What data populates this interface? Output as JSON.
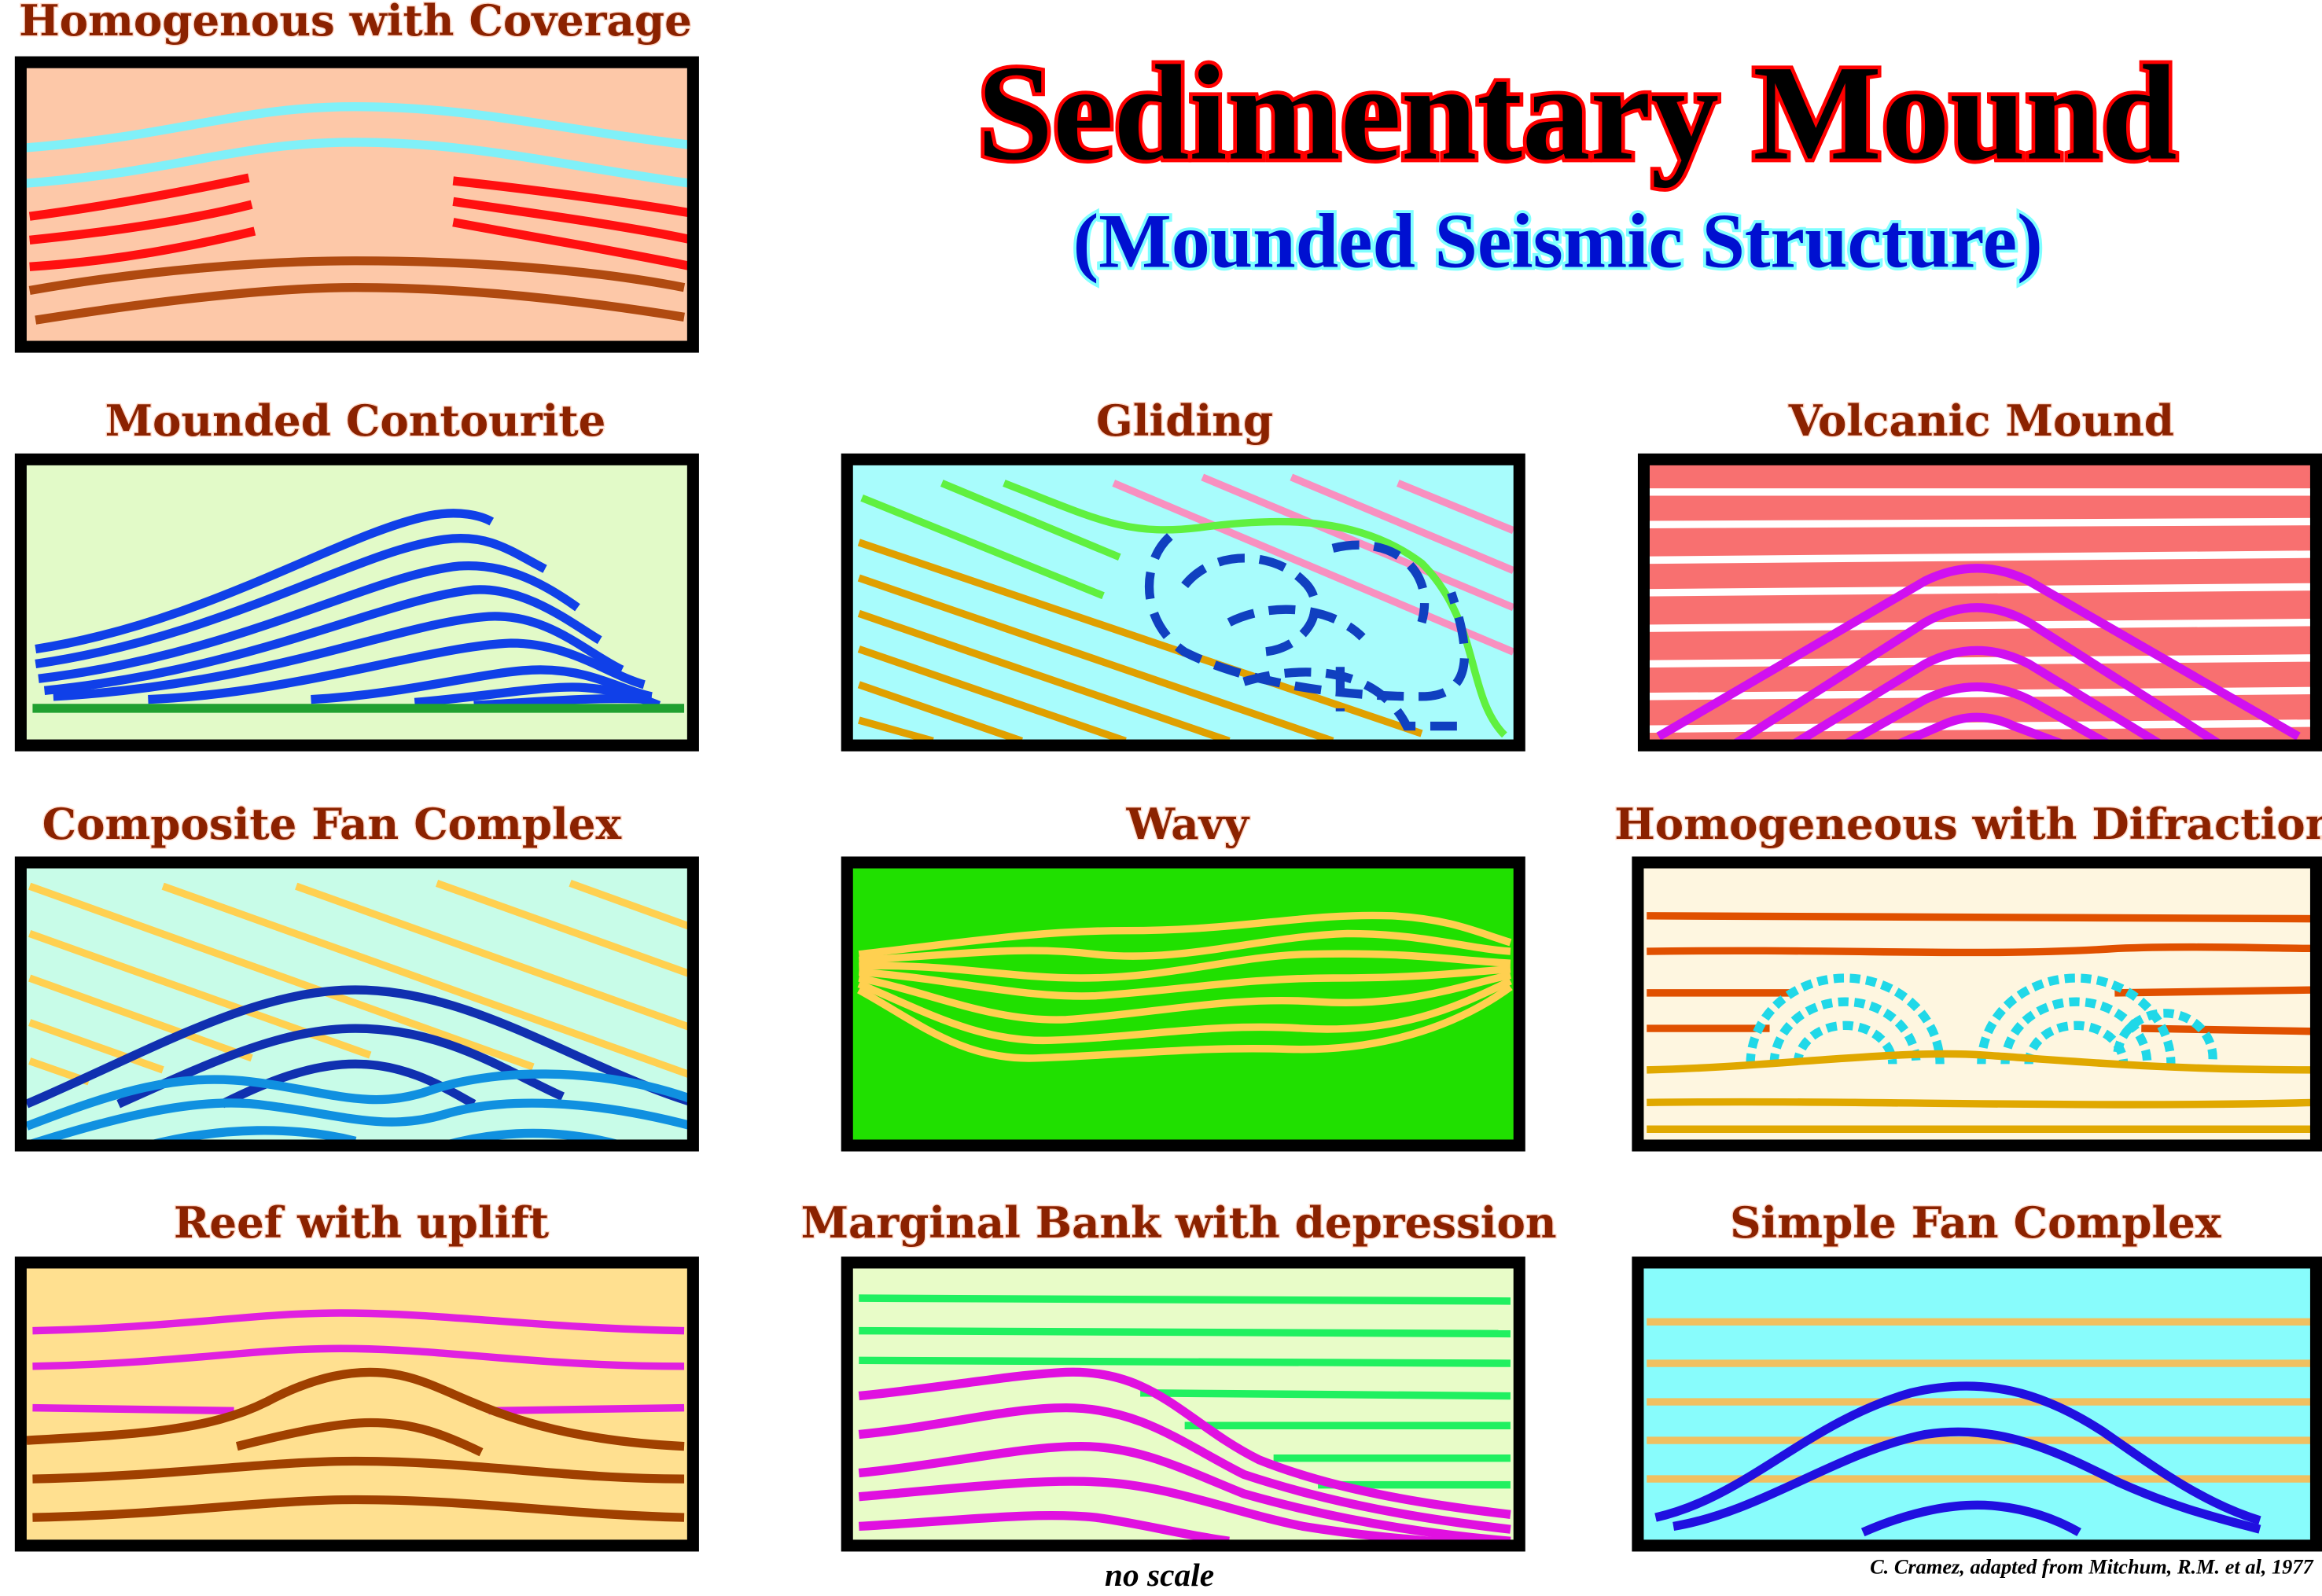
{
  "title": "Sedimentary Mound",
  "subtitle": "(Mounded Seismic Structure)",
  "panels": [
    {
      "label": "Homogenous with Coverage"
    },
    {
      "label": "Mounded Contourite"
    },
    {
      "label": "Gliding"
    },
    {
      "label": "Volcanic Mound"
    },
    {
      "label": "Composite Fan Complex"
    },
    {
      "label": "Wavy"
    },
    {
      "label": "Homogeneous with Difraction"
    },
    {
      "label": "Reef with uplift"
    },
    {
      "label": "Marginal  Bank with depression"
    },
    {
      "label": "Simple Fan Complex"
    }
  ],
  "scale_note": "no scale",
  "credit": "C. Cramez, adapted from  Mitchum, R.M. et al, 1977",
  "colors": {
    "title_fill": "#000000",
    "title_outline": "#FF0000",
    "subtitle": "#0010D0",
    "panel_label": "#8B2200"
  }
}
